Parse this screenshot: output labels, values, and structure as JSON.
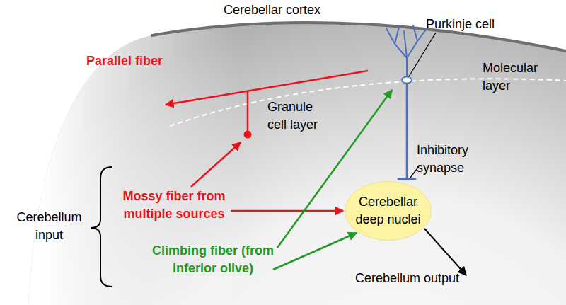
{
  "diagram": {
    "nodes": [
      {
        "text": [
          "Cerebellar deep nuclei"
        ]
      }
    ],
    "labels": [
      "Cerebellar cortex",
      "Purkinje cell",
      "Parallel fiber",
      "Molecular layer",
      "Granule cell layer",
      "Inhibitory synapse",
      "Cerebellum input",
      "Mossy fiber from multiple sources",
      "Climbing fiber (from inferior olive)",
      "Cerebellum output"
    ]
  }
}
